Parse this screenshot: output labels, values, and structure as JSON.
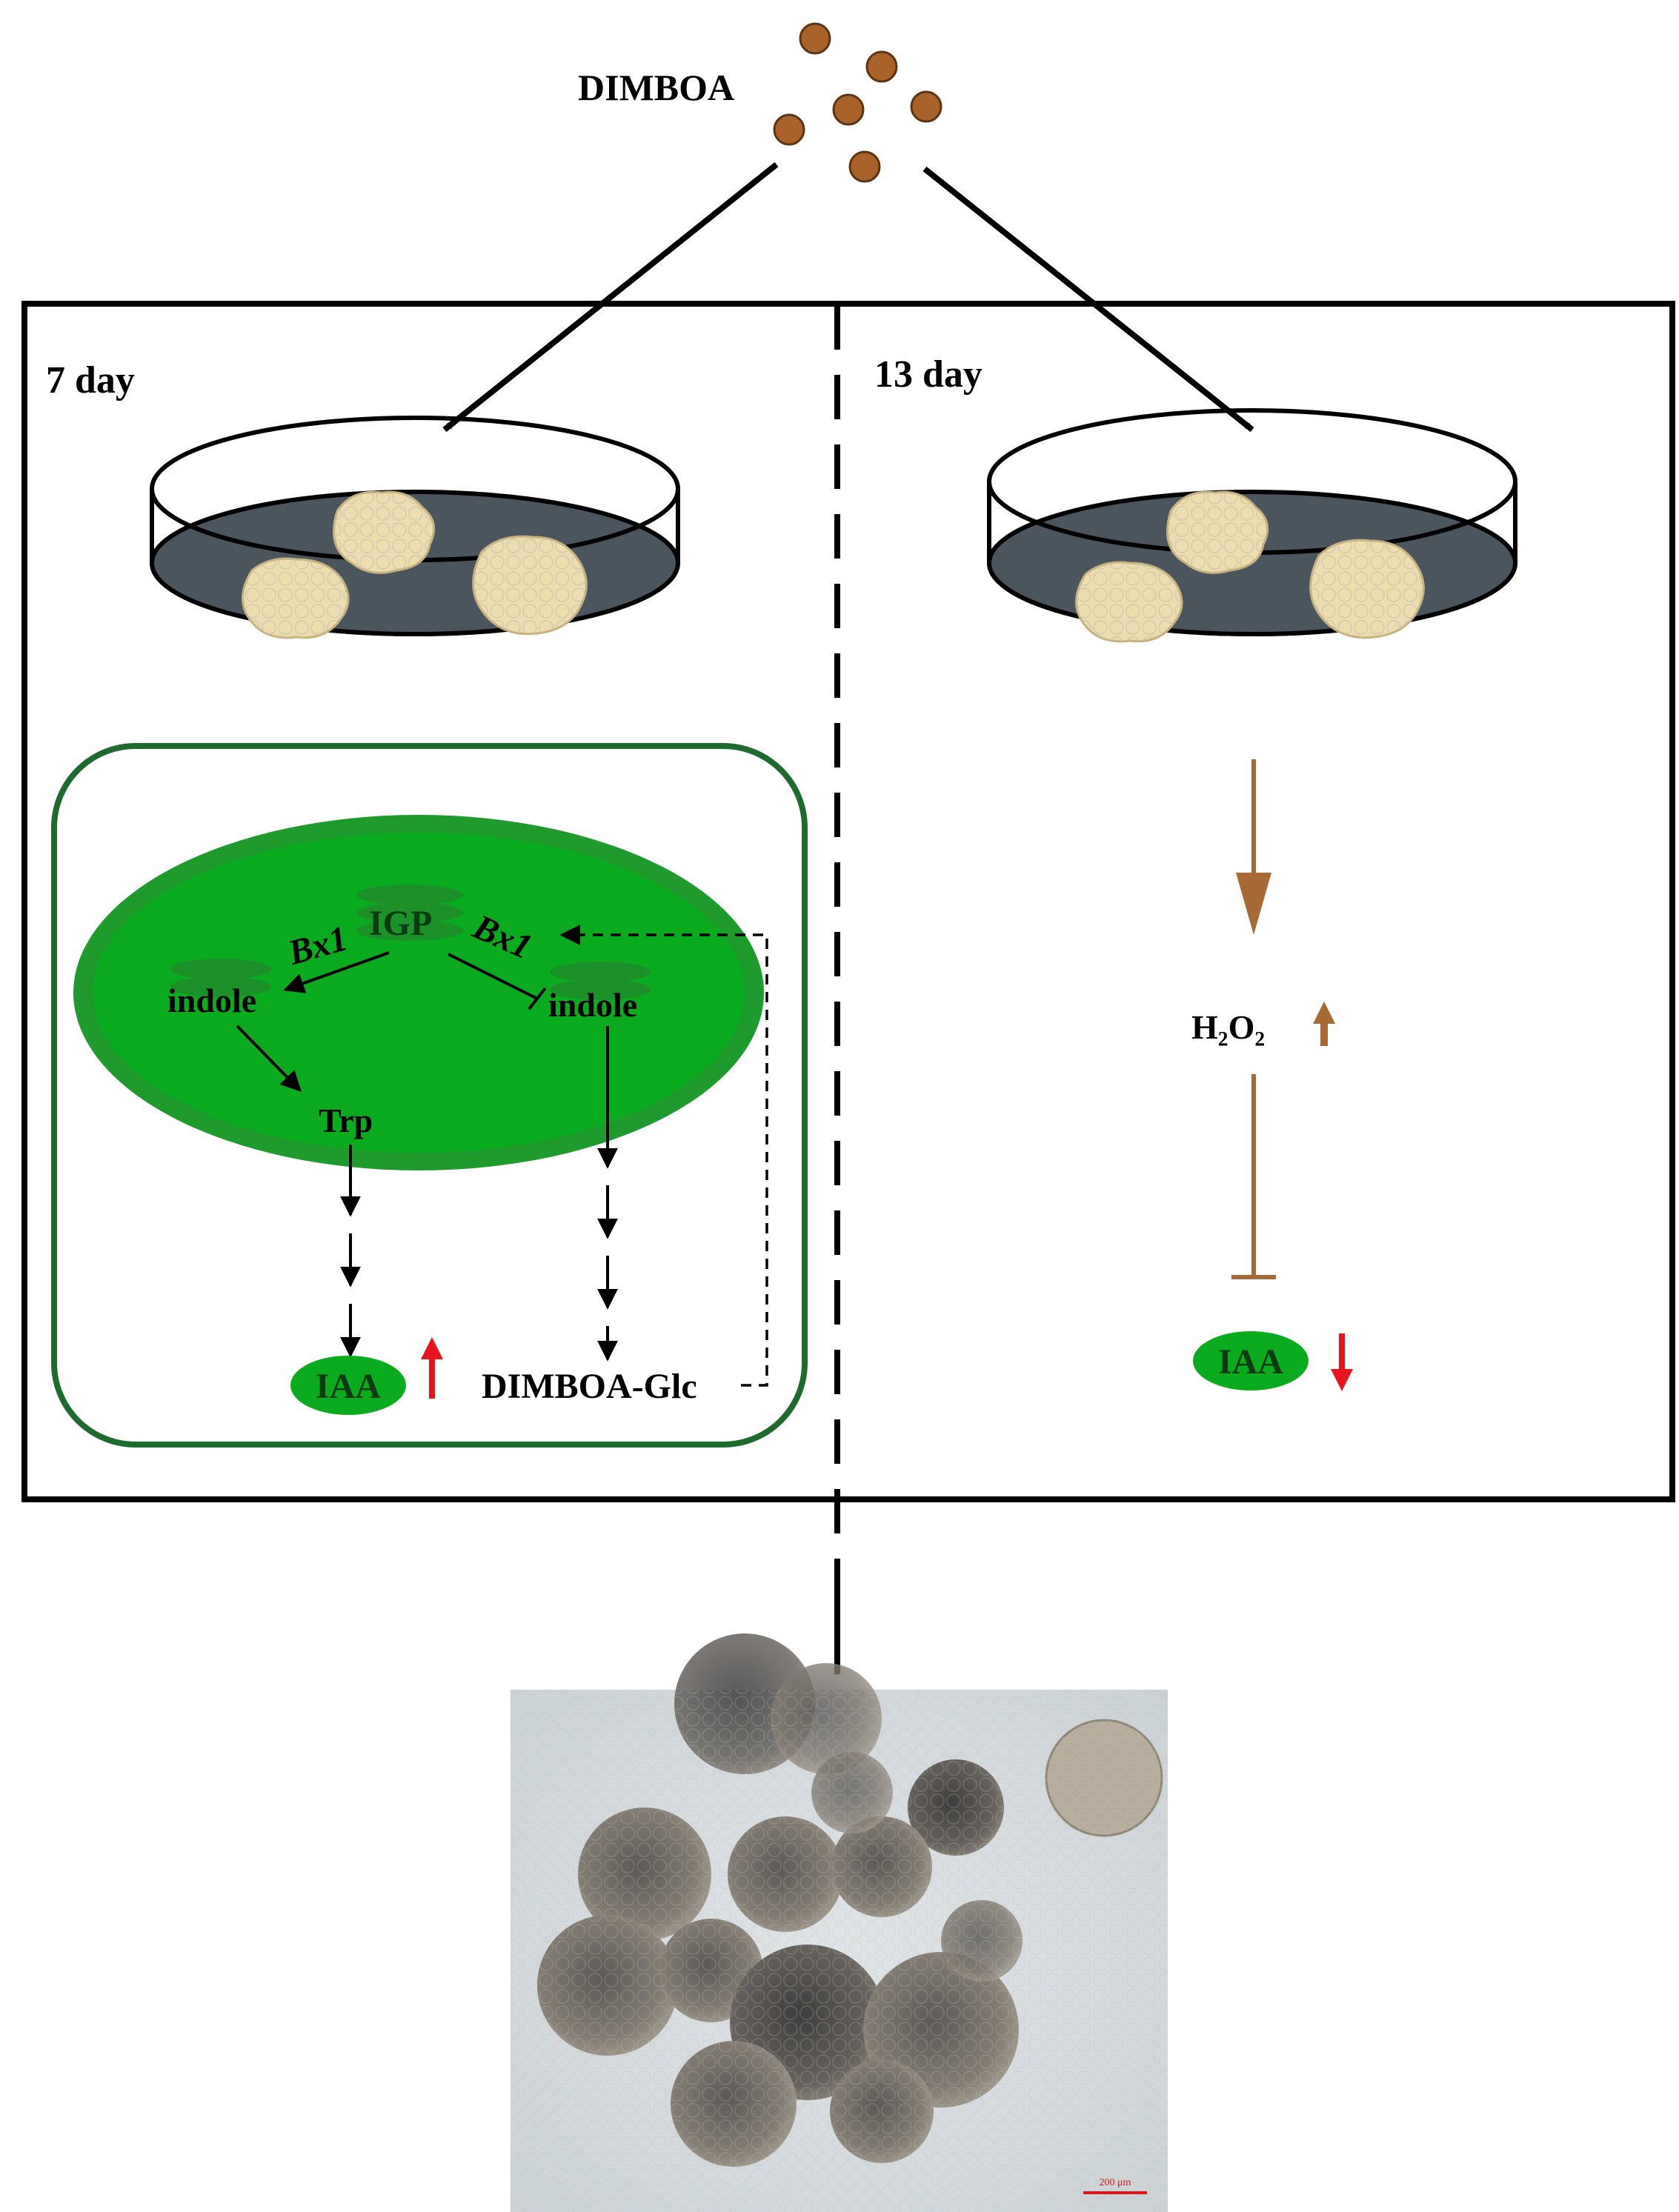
{
  "labels": {
    "dimboa": "DIMBOA",
    "day7": "7 day",
    "day13": "13 day",
    "igp": "IGP",
    "bx1_left": "Bx1",
    "bx1_right": "Bx1",
    "indole_left": "indole",
    "indole_right": "indole",
    "trp": "Trp",
    "iaa_left": "IAA",
    "dimboa_glc": "DIMBOA-Glc",
    "h2o2": "H₂O₂",
    "iaa_right": "IAA",
    "scale_bar": "200 μm"
  },
  "colors": {
    "cell_border": "#1e6b2e",
    "chloroplast_outer": "#1f9a2c",
    "chloroplast_inner": "#0aab1f",
    "dish_medium": "#4a555e",
    "callus": "#ecdcae",
    "dimboa_dot": "#a9622a",
    "brown_arrow": "#a86a35",
    "increase_arrow": "#e8141c",
    "decrease_arrow": "#e8141c",
    "iaa_ellipse": "#0aab1f",
    "scale_bar": "#d81818"
  },
  "icons": {
    "left_iaa_trend": "arrow-up-icon",
    "right_iaa_trend": "arrow-down-icon",
    "h2o2_trend": "arrow-up-icon"
  }
}
